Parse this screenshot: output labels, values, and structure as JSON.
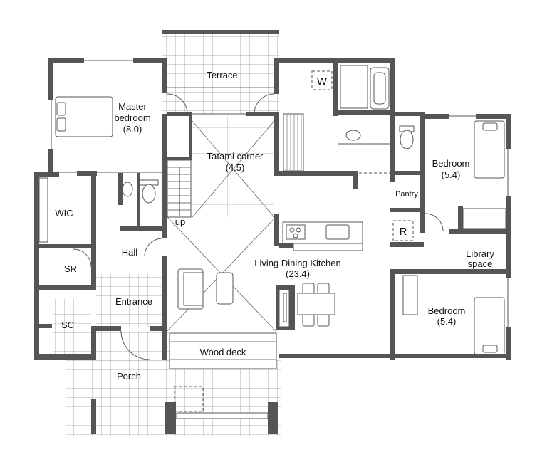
{
  "plan": {
    "rooms": {
      "terrace": "Terrace",
      "master_bedroom": {
        "line1": "Master",
        "line2": "bedroom",
        "size": "(8.0)"
      },
      "tatami_corner": {
        "name": "Tatami corner",
        "size": "(4.5)"
      },
      "stairs_label": "up",
      "wic": "WIC",
      "hall": "Hall",
      "sr": "SR",
      "entrance": "Entrance",
      "sc": "SC",
      "porch": "Porch",
      "wood_deck": "Wood deck",
      "ldk": {
        "name": "Living Dining Kitchen",
        "size": "(23.4)"
      },
      "washer": "W",
      "pantry": "Pantry",
      "refrigerator": "R",
      "bedroom_1": {
        "name": "Bedroom",
        "size": "(5.4)"
      },
      "library": {
        "line1": "Library",
        "line2": "space"
      },
      "bedroom_2": {
        "name": "Bedroom",
        "size": "(5.4)"
      }
    },
    "colors": {
      "wall": "#555555",
      "background": "#ffffff"
    }
  }
}
